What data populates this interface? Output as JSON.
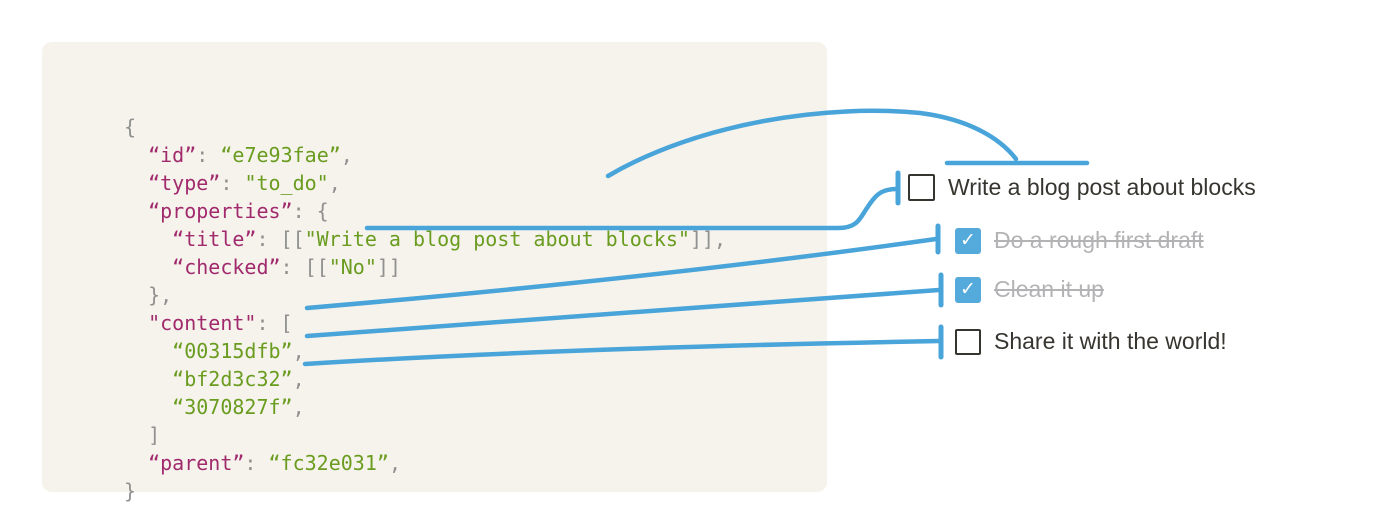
{
  "colors": {
    "panel_bg": "#f6f3ec",
    "key": "#a12a6d",
    "string": "#6a9c20",
    "punct": "#909090",
    "connector": "#49a4d9",
    "checkbox_checked": "#55aadc",
    "checkbox_border": "#37352f",
    "todo_text": "#37352f",
    "todo_done_text": "#b3b3b5",
    "canvas_bg": "#ffffff"
  },
  "code_panel": {
    "lines": [
      {
        "segments": [
          {
            "type": "p",
            "text": "{"
          }
        ]
      },
      {
        "segments": [
          {
            "type": "p",
            "text": "  "
          },
          {
            "type": "k",
            "text": "“id”"
          },
          {
            "type": "p",
            "text": ": "
          },
          {
            "type": "s",
            "text": "“e7e93fae”"
          },
          {
            "type": "p",
            "text": ","
          }
        ]
      },
      {
        "segments": [
          {
            "type": "p",
            "text": "  "
          },
          {
            "type": "k",
            "text": "“type”"
          },
          {
            "type": "p",
            "text": ": "
          },
          {
            "type": "s",
            "text": "\"to_do\""
          },
          {
            "type": "p",
            "text": ","
          }
        ]
      },
      {
        "segments": [
          {
            "type": "p",
            "text": "  "
          },
          {
            "type": "k",
            "text": "“properties”"
          },
          {
            "type": "p",
            "text": ": {"
          }
        ]
      },
      {
        "segments": [
          {
            "type": "p",
            "text": "    "
          },
          {
            "type": "k",
            "text": "“title”"
          },
          {
            "type": "p",
            "text": ": [["
          },
          {
            "type": "s",
            "text": "\"Write a blog post about blocks\""
          },
          {
            "type": "p",
            "text": "]],"
          }
        ]
      },
      {
        "segments": [
          {
            "type": "p",
            "text": "    "
          },
          {
            "type": "k",
            "text": "“checked”"
          },
          {
            "type": "p",
            "text": ": [["
          },
          {
            "type": "s",
            "text": "\"No\""
          },
          {
            "type": "p",
            "text": "]]"
          }
        ]
      },
      {
        "segments": [
          {
            "type": "p",
            "text": "  },"
          }
        ]
      },
      {
        "segments": [
          {
            "type": "p",
            "text": "  "
          },
          {
            "type": "k",
            "text": "\"content\""
          },
          {
            "type": "p",
            "text": ": ["
          }
        ]
      },
      {
        "segments": [
          {
            "type": "p",
            "text": "    "
          },
          {
            "type": "s",
            "text": "“00315dfb”"
          },
          {
            "type": "p",
            "text": ","
          }
        ]
      },
      {
        "segments": [
          {
            "type": "p",
            "text": "    "
          },
          {
            "type": "s",
            "text": "“bf2d3c32”"
          },
          {
            "type": "p",
            "text": ","
          }
        ]
      },
      {
        "segments": [
          {
            "type": "p",
            "text": "    "
          },
          {
            "type": "s",
            "text": "“3070827f”"
          },
          {
            "type": "p",
            "text": ","
          }
        ]
      },
      {
        "segments": [
          {
            "type": "p",
            "text": "  ]"
          }
        ]
      },
      {
        "segments": [
          {
            "type": "p",
            "text": "  "
          },
          {
            "type": "k",
            "text": "“parent”"
          },
          {
            "type": "p",
            "text": ": "
          },
          {
            "type": "s",
            "text": "“fc32e031”"
          },
          {
            "type": "p",
            "text": ","
          }
        ]
      },
      {
        "segments": [
          {
            "type": "p",
            "text": "}"
          }
        ]
      }
    ]
  },
  "todo_list": {
    "checkmark_glyph": "✓",
    "items": [
      {
        "label": "Write a blog post about blocks",
        "checked": false
      },
      {
        "label": "Do a rough first draft",
        "checked": true
      },
      {
        "label": "Clean it up",
        "checked": true
      },
      {
        "label": "Share it with the world!",
        "checked": false
      }
    ]
  },
  "connectors": {
    "links": [
      {
        "from": "properties.title",
        "to": "todo-item-1-text"
      },
      {
        "from": "properties.checked",
        "to": "todo-item-1-checkbox"
      },
      {
        "from": "content[0] 00315dfb",
        "to": "todo-item-2"
      },
      {
        "from": "content[1] bf2d3c32",
        "to": "todo-item-3"
      },
      {
        "from": "content[2] 3070827f",
        "to": "todo-item-4"
      }
    ]
  }
}
